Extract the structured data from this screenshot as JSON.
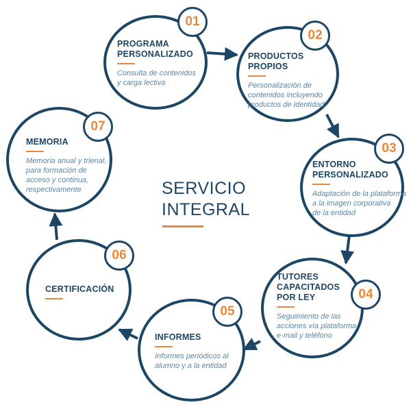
{
  "diagram": {
    "center_title": "SERVICIO\nINTEGRAL",
    "colors": {
      "primary": "#1d4664",
      "accent": "#e9883a",
      "description": "#5a86a6"
    },
    "nodes": [
      {
        "number": "01",
        "title": "PROGRAMA\nPERSONALIZADO",
        "description": "Consulta de contenidos\ny carga lectiva"
      },
      {
        "number": "02",
        "title": "PRODUCTOS\nPROPIOS",
        "description": "Personalización de\ncontenidos incluyendo\nproductos de identidad"
      },
      {
        "number": "03",
        "title": "ENTORNO\nPERSONALIZADO",
        "description": "Adaptación de la plataforma\na la imagen corporativa\nde la entidad"
      },
      {
        "number": "04",
        "title": "TUTORES\nCAPACITADOS\nPOR LEY",
        "description": "Seguimiento de las\nacciones vía plataforma,\ne-mail y teléfono"
      },
      {
        "number": "05",
        "title": "INFORMES",
        "description": "Informes periódicos al\nalumno y a la entidad"
      },
      {
        "number": "06",
        "title": "CERTIFICACIÓN",
        "description": ""
      },
      {
        "number": "07",
        "title": "MEMORIA",
        "description": "Memoria anual y trienal,\npara formación de\nacceso y continua,\nrespectivamente"
      }
    ]
  }
}
